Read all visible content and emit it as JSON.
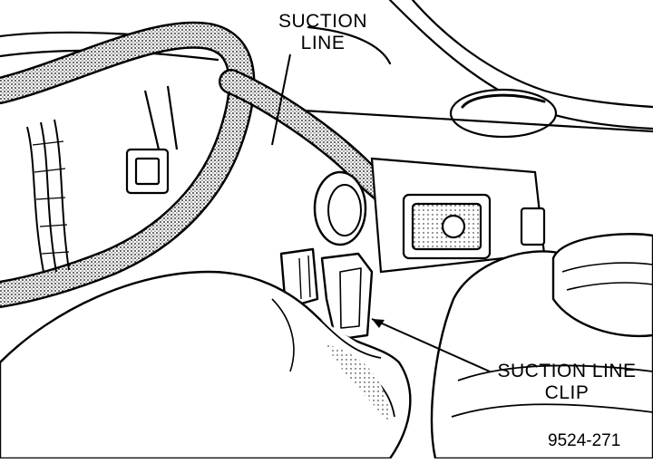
{
  "callouts": {
    "suction_line": {
      "line1": "SUCTION",
      "line2": "LINE"
    },
    "suction_line_clip": {
      "line1": "SUCTION LINE",
      "line2": "CLIP"
    }
  },
  "figure_id": "9524-271",
  "colors": {
    "ink": "#000000",
    "paper": "#ffffff",
    "stipple": "#888888"
  }
}
